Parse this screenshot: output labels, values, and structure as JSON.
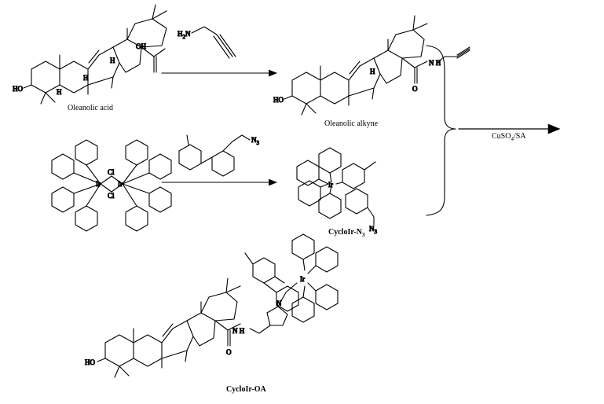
{
  "labels": {
    "oleanolic_acid": "Oleanolic acid",
    "oleanolic_alkyne": "Oleanolic alkyne",
    "cycloir_n3": "CycloIr-N",
    "cycloir_n3_sub": "3",
    "cycloir_oa": "CycloIr-OA",
    "reagent": "CuSO",
    "reagent_sub": "4",
    "reagent_tail": "/SA"
  },
  "atoms": {
    "oh": "OH",
    "ho": "HO",
    "h": "H",
    "h2n": "H",
    "h2n_sub": "2",
    "h2n_tail": "N",
    "o": "O",
    "n": "N",
    "nh": "N",
    "n3": "N",
    "n3_sub": "3",
    "ir": "Ir",
    "cl": "Cl"
  },
  "colors": {
    "ink": "#000000",
    "background": "#ffffff"
  }
}
